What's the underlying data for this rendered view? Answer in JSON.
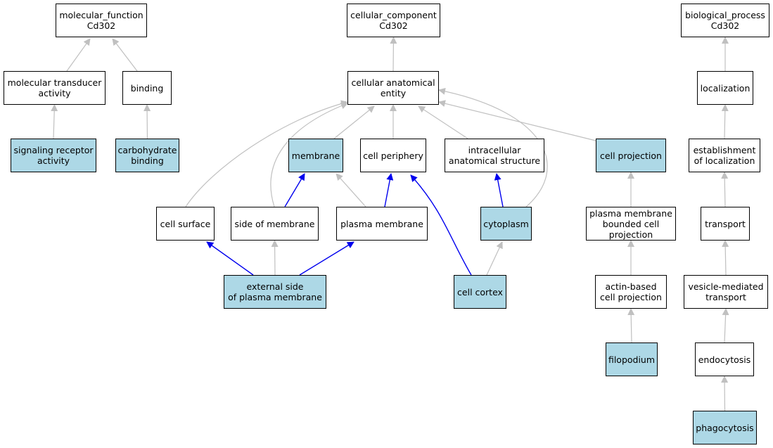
{
  "colors": {
    "highlight": "#add8e6",
    "plain": "#ffffff",
    "edge_grey": "#c0c0c0",
    "edge_blue": "#0000ee",
    "border": "#000000"
  },
  "nodes": {
    "mf_root": {
      "label": "molecular_function\nCd302",
      "highlight": false
    },
    "cc_root": {
      "label": "cellular_component\nCd302",
      "highlight": false
    },
    "bp_root": {
      "label": "biological_process\nCd302",
      "highlight": false
    },
    "mol_trans": {
      "label": "molecular transducer\nactivity",
      "highlight": false
    },
    "binding": {
      "label": "binding",
      "highlight": false
    },
    "cae": {
      "label": "cellular anatomical\nentity",
      "highlight": false
    },
    "localization": {
      "label": "localization",
      "highlight": false
    },
    "sig_rec": {
      "label": "signaling receptor\nactivity",
      "highlight": true
    },
    "carb_bind": {
      "label": "carbohydrate\nbinding",
      "highlight": true
    },
    "membrane": {
      "label": "membrane",
      "highlight": true
    },
    "cell_periph": {
      "label": "cell periphery",
      "highlight": false
    },
    "intracell": {
      "label": "intracellular\nanatomical structure",
      "highlight": false
    },
    "cell_proj": {
      "label": "cell projection",
      "highlight": true
    },
    "estab_loc": {
      "label": "establishment\nof localization",
      "highlight": false
    },
    "cell_surface": {
      "label": "cell surface",
      "highlight": false
    },
    "side_mem": {
      "label": "side of membrane",
      "highlight": false
    },
    "plasma_mem": {
      "label": "plasma membrane",
      "highlight": false
    },
    "cytoplasm": {
      "label": "cytoplasm",
      "highlight": true
    },
    "pm_bounded": {
      "label": "plasma membrane\nbounded cell\nprojection",
      "highlight": false
    },
    "transport": {
      "label": "transport",
      "highlight": false
    },
    "ext_side": {
      "label": "external side\nof plasma membrane",
      "highlight": true
    },
    "cell_cortex": {
      "label": "cell cortex",
      "highlight": true
    },
    "actin_proj": {
      "label": "actin-based\ncell projection",
      "highlight": false
    },
    "vesicle": {
      "label": "vesicle-mediated\ntransport",
      "highlight": false
    },
    "filopodium": {
      "label": "filopodium",
      "highlight": true
    },
    "endocytosis": {
      "label": "endocytosis",
      "highlight": false
    },
    "phagocytosis": {
      "label": "phagocytosis",
      "highlight": true
    }
  },
  "edges": [
    {
      "from": "mol_trans",
      "to": "mf_root",
      "type": "is_a"
    },
    {
      "from": "binding",
      "to": "mf_root",
      "type": "is_a"
    },
    {
      "from": "sig_rec",
      "to": "mol_trans",
      "type": "is_a"
    },
    {
      "from": "carb_bind",
      "to": "binding",
      "type": "is_a"
    },
    {
      "from": "cae",
      "to": "cc_root",
      "type": "is_a"
    },
    {
      "from": "membrane",
      "to": "cae",
      "type": "is_a"
    },
    {
      "from": "cell_periph",
      "to": "cae",
      "type": "is_a"
    },
    {
      "from": "intracell",
      "to": "cae",
      "type": "is_a"
    },
    {
      "from": "cell_proj",
      "to": "cae",
      "type": "is_a"
    },
    {
      "from": "cell_surface",
      "to": "cae",
      "type": "is_a"
    },
    {
      "from": "side_mem",
      "to": "cae",
      "type": "is_a"
    },
    {
      "from": "cytoplasm",
      "to": "cae",
      "type": "is_a"
    },
    {
      "from": "side_mem",
      "to": "membrane",
      "type": "part_of"
    },
    {
      "from": "plasma_mem",
      "to": "membrane",
      "type": "is_a"
    },
    {
      "from": "plasma_mem",
      "to": "cell_periph",
      "type": "part_of"
    },
    {
      "from": "cell_cortex",
      "to": "cell_periph",
      "type": "part_of"
    },
    {
      "from": "cytoplasm",
      "to": "intracell",
      "type": "part_of"
    },
    {
      "from": "cell_cortex",
      "to": "cytoplasm",
      "type": "is_a"
    },
    {
      "from": "ext_side",
      "to": "cell_surface",
      "type": "part_of"
    },
    {
      "from": "ext_side",
      "to": "side_mem",
      "type": "is_a"
    },
    {
      "from": "ext_side",
      "to": "plasma_mem",
      "type": "part_of"
    },
    {
      "from": "pm_bounded",
      "to": "cell_proj",
      "type": "is_a"
    },
    {
      "from": "actin_proj",
      "to": "pm_bounded",
      "type": "is_a"
    },
    {
      "from": "filopodium",
      "to": "actin_proj",
      "type": "is_a"
    },
    {
      "from": "localization",
      "to": "bp_root",
      "type": "is_a"
    },
    {
      "from": "estab_loc",
      "to": "localization",
      "type": "is_a"
    },
    {
      "from": "transport",
      "to": "estab_loc",
      "type": "is_a"
    },
    {
      "from": "vesicle",
      "to": "transport",
      "type": "is_a"
    },
    {
      "from": "endocytosis",
      "to": "vesicle",
      "type": "is_a"
    },
    {
      "from": "phagocytosis",
      "to": "endocytosis",
      "type": "is_a"
    }
  ]
}
